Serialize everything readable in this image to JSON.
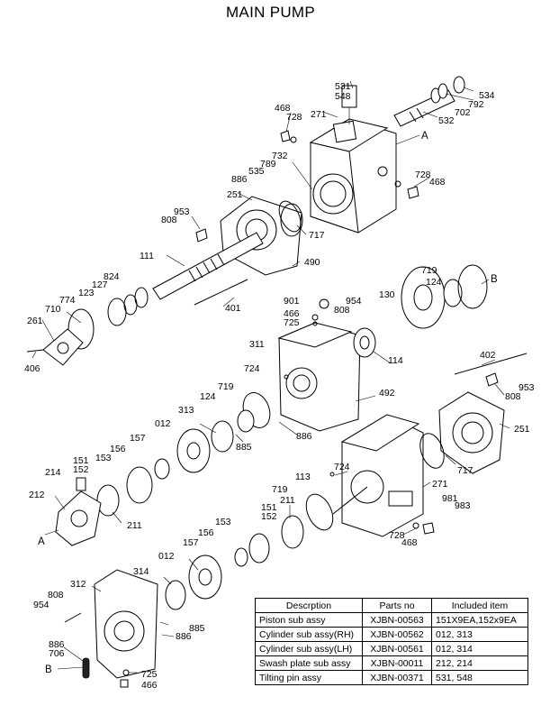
{
  "title": "MAIN PUMP",
  "labels": [
    {
      "id": "531",
      "text": "531"
    },
    {
      "id": "548",
      "text": "548"
    },
    {
      "id": "271a",
      "text": "271"
    },
    {
      "id": "534",
      "text": "534"
    },
    {
      "id": "792",
      "text": "792"
    },
    {
      "id": "702",
      "text": "702"
    },
    {
      "id": "532",
      "text": "532"
    },
    {
      "id": "468a",
      "text": "468"
    },
    {
      "id": "728a",
      "text": "728"
    },
    {
      "id": "A1",
      "text": "A"
    },
    {
      "id": "732",
      "text": "732"
    },
    {
      "id": "789",
      "text": "789"
    },
    {
      "id": "535",
      "text": "535"
    },
    {
      "id": "886a",
      "text": "886"
    },
    {
      "id": "728b",
      "text": "728"
    },
    {
      "id": "468b",
      "text": "468"
    },
    {
      "id": "251a",
      "text": "251"
    },
    {
      "id": "953a",
      "text": "953"
    },
    {
      "id": "808a",
      "text": "808"
    },
    {
      "id": "717a",
      "text": "717"
    },
    {
      "id": "111",
      "text": "111"
    },
    {
      "id": "490",
      "text": "490"
    },
    {
      "id": "824",
      "text": "824"
    },
    {
      "id": "127",
      "text": "127"
    },
    {
      "id": "123",
      "text": "123"
    },
    {
      "id": "774",
      "text": "774"
    },
    {
      "id": "710",
      "text": "710"
    },
    {
      "id": "261",
      "text": "261"
    },
    {
      "id": "406",
      "text": "406"
    },
    {
      "id": "401",
      "text": "401"
    },
    {
      "id": "719a",
      "text": "719"
    },
    {
      "id": "B1",
      "text": "B"
    },
    {
      "id": "124a",
      "text": "124"
    },
    {
      "id": "130",
      "text": "130"
    },
    {
      "id": "901",
      "text": "901"
    },
    {
      "id": "954a",
      "text": "954"
    },
    {
      "id": "466a",
      "text": "466"
    },
    {
      "id": "808b",
      "text": "808"
    },
    {
      "id": "725a",
      "text": "725"
    },
    {
      "id": "311",
      "text": "311"
    },
    {
      "id": "114",
      "text": "114"
    },
    {
      "id": "724a",
      "text": "724"
    },
    {
      "id": "402",
      "text": "402"
    },
    {
      "id": "808c",
      "text": "808"
    },
    {
      "id": "953b",
      "text": "953"
    },
    {
      "id": "719b",
      "text": "719"
    },
    {
      "id": "492",
      "text": "492"
    },
    {
      "id": "124b",
      "text": "124"
    },
    {
      "id": "313",
      "text": "313"
    },
    {
      "id": "012a",
      "text": "012"
    },
    {
      "id": "886b",
      "text": "886"
    },
    {
      "id": "157a",
      "text": "157"
    },
    {
      "id": "885a",
      "text": "885"
    },
    {
      "id": "251b",
      "text": "251"
    },
    {
      "id": "156a",
      "text": "156"
    },
    {
      "id": "151a",
      "text": "151"
    },
    {
      "id": "152a",
      "text": "152"
    },
    {
      "id": "153a",
      "text": "153"
    },
    {
      "id": "214",
      "text": "214"
    },
    {
      "id": "724b",
      "text": "724"
    },
    {
      "id": "717b",
      "text": "717"
    },
    {
      "id": "113",
      "text": "113"
    },
    {
      "id": "271b",
      "text": "271"
    },
    {
      "id": "212",
      "text": "212"
    },
    {
      "id": "211a",
      "text": "211"
    },
    {
      "id": "719c",
      "text": "719"
    },
    {
      "id": "981",
      "text": "981"
    },
    {
      "id": "983",
      "text": "983"
    },
    {
      "id": "A2",
      "text": "A"
    },
    {
      "id": "211b",
      "text": "211"
    },
    {
      "id": "151b",
      "text": "151"
    },
    {
      "id": "152b",
      "text": "152"
    },
    {
      "id": "153b",
      "text": "153"
    },
    {
      "id": "728c",
      "text": "728"
    },
    {
      "id": "468c",
      "text": "468"
    },
    {
      "id": "156b",
      "text": "156"
    },
    {
      "id": "157b",
      "text": "157"
    },
    {
      "id": "012b",
      "text": "012"
    },
    {
      "id": "314",
      "text": "314"
    },
    {
      "id": "312",
      "text": "312"
    },
    {
      "id": "808d",
      "text": "808"
    },
    {
      "id": "954b",
      "text": "954"
    },
    {
      "id": "885b",
      "text": "885"
    },
    {
      "id": "886c",
      "text": "886"
    },
    {
      "id": "886d",
      "text": "886"
    },
    {
      "id": "706",
      "text": "706"
    },
    {
      "id": "B2",
      "text": "B"
    },
    {
      "id": "725b",
      "text": "725"
    },
    {
      "id": "466b",
      "text": "466"
    }
  ],
  "table": {
    "headers": [
      "Descrption",
      "Parts no",
      "Included item"
    ],
    "rows": [
      [
        "Piston sub assy",
        "XJBN-00563",
        "151X9EA,152x9EA"
      ],
      [
        "Cylinder sub assy(RH)",
        "XJBN-00562",
        "012, 313"
      ],
      [
        "Cylinder sub assy(LH)",
        "XJBN-00561",
        "012, 314"
      ],
      [
        "Swash plate sub assy",
        "XJBN-00011",
        "212, 214"
      ],
      [
        "Tilting pin assy",
        "XJBN-00371",
        "531, 548"
      ]
    ]
  }
}
